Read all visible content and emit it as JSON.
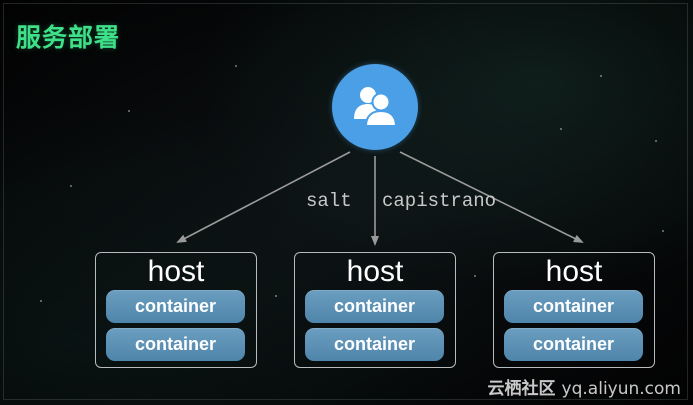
{
  "title": "服务部署",
  "top_node": {
    "icon": "users-icon"
  },
  "edges": {
    "labels": [
      "salt",
      "capistrano"
    ]
  },
  "hosts": [
    {
      "label": "host",
      "containers": [
        "container",
        "container"
      ]
    },
    {
      "label": "host",
      "containers": [
        "container",
        "container"
      ]
    },
    {
      "label": "host",
      "containers": [
        "container",
        "container"
      ]
    }
  ],
  "watermark": {
    "cn": "云栖社区",
    "url": "yq.aliyun.com"
  },
  "colors": {
    "title": "#3fe08a",
    "node": "#4a9fe6",
    "container": "#5a8fb4",
    "arrow": "#9a9a9a"
  }
}
